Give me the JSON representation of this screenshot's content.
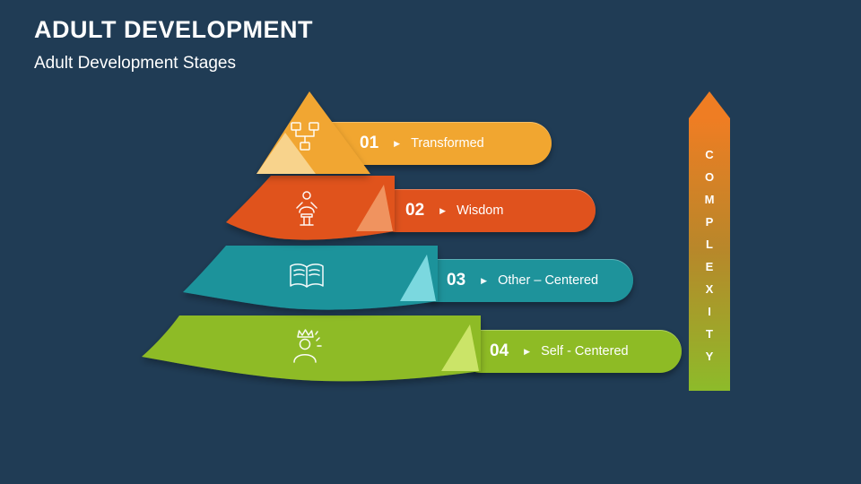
{
  "slide": {
    "title": "ADULT DEVELOPMENT",
    "subtitle": "Adult Development Stages",
    "background": "#203C55"
  },
  "bullet": "▶",
  "stages": [
    {
      "number": "01",
      "label": "Transformed",
      "color": "#F1A630",
      "fold": "#F8D38C",
      "icon": "flowchart-icon"
    },
    {
      "number": "02",
      "label": "Wisdom",
      "color": "#E0521D",
      "fold": "#F0935F",
      "icon": "mentor-icon"
    },
    {
      "number": "03",
      "label": "Other – Centered",
      "color": "#1E939B",
      "fold": "#7BD8DF",
      "icon": "open-book-icon"
    },
    {
      "number": "04",
      "label": "Self - Centered",
      "color": "#8EBB25",
      "fold": "#CBE468",
      "icon": "crowned-person-icon"
    }
  ],
  "axis": {
    "label": "COMPLEXITY",
    "top_color": "#EF7D23",
    "bottom_color": "#8DBB2A"
  }
}
